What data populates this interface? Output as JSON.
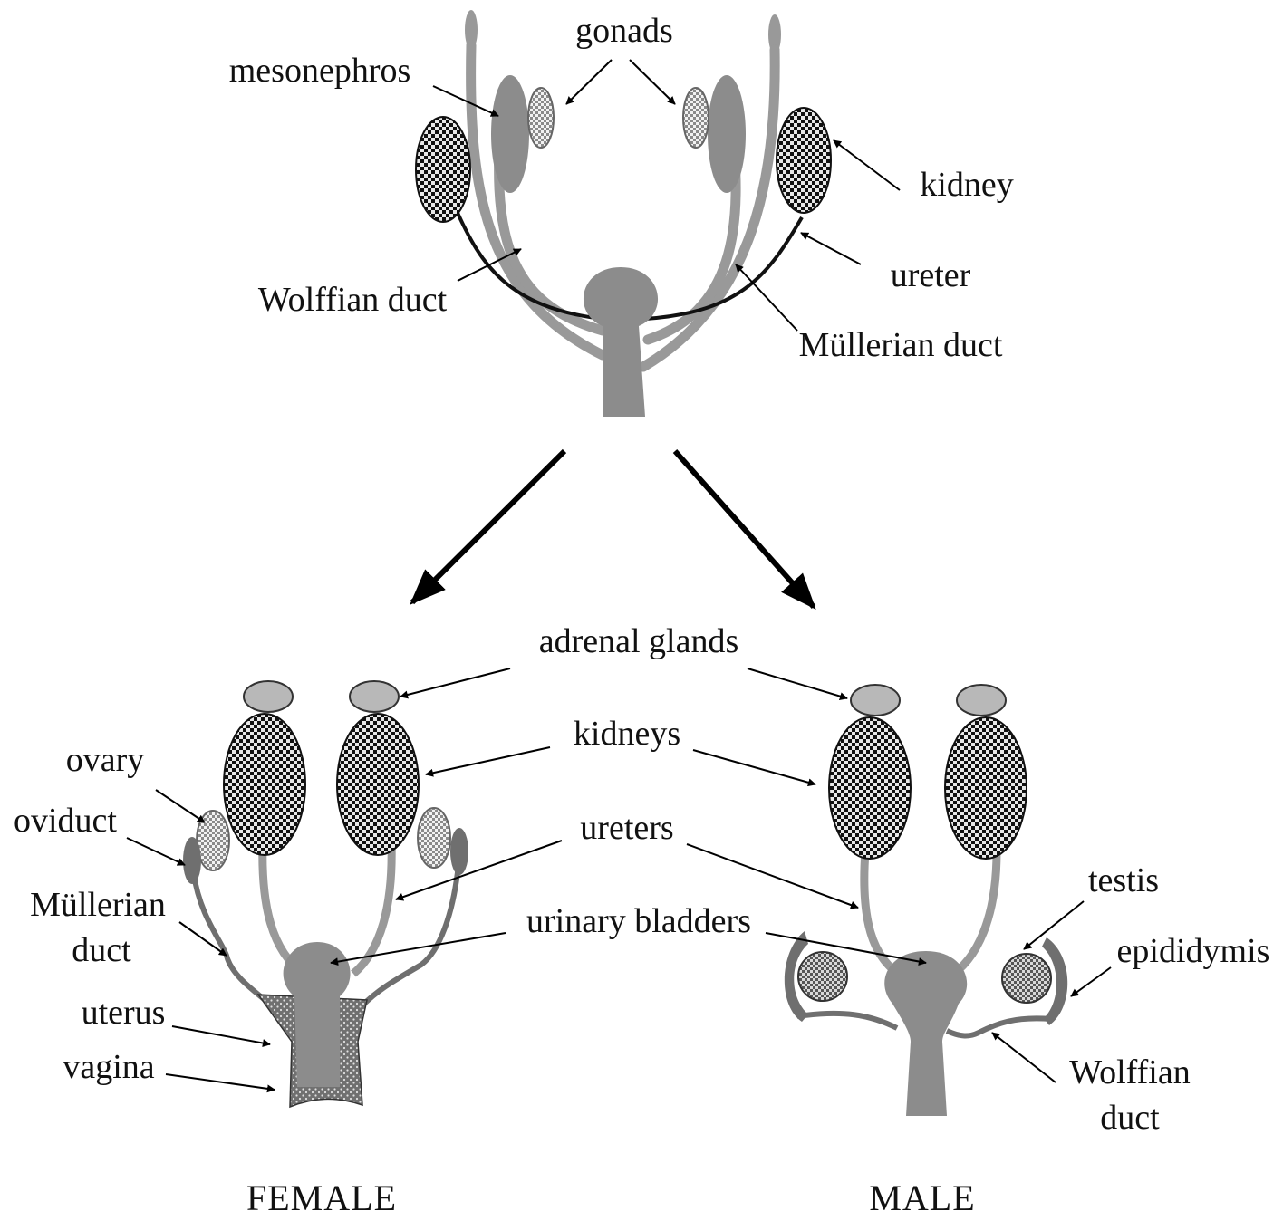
{
  "colors": {
    "duct_gray": "#999999",
    "organ_gray": "#8c8c8c",
    "dark_gray": "#6f6f6f",
    "adrenal_fill": "#b8b8b8",
    "pattern_dark": "#111111",
    "pattern_light_bg": "#e8e8e8",
    "stipple_bg": "#707070",
    "stipple_dots": "#e0e0e0",
    "wolffian_dark": "#111111",
    "arrow_color": "#000000"
  },
  "indifferent": {
    "gonads": "gonads",
    "mesonephros": "mesonephros",
    "kidney": "kidney",
    "ureter": "ureter",
    "wolffian_duct": "Wolffian duct",
    "mullerian_duct": "Müllerian duct"
  },
  "shared": {
    "adrenal_glands": "adrenal glands",
    "kidneys": "kidneys",
    "ureters": "ureters",
    "urinary_bladders": "urinary bladders"
  },
  "female": {
    "ovary": "ovary",
    "oviduct": "oviduct",
    "mullerian_line1": "Müllerian",
    "mullerian_line2": "duct",
    "uterus": "uterus",
    "vagina": "vagina",
    "caption": "FEMALE"
  },
  "male": {
    "testis": "testis",
    "epididymis": "epididymis",
    "wolffian_line1": "Wolffian",
    "wolffian_line2": "duct",
    "caption": "MALE"
  }
}
